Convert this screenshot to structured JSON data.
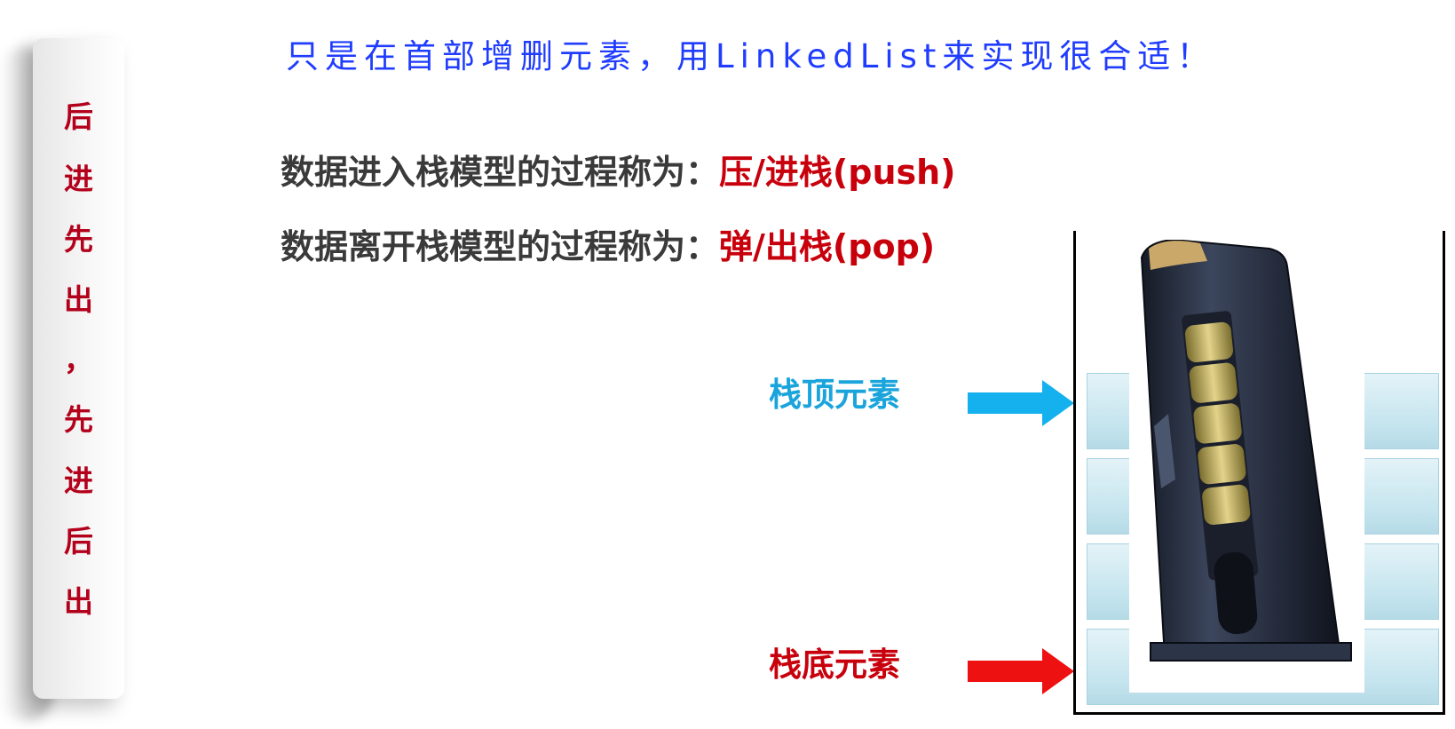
{
  "sidebar": {
    "chars": [
      "后",
      "进",
      "先",
      "出",
      "，",
      "先",
      "进",
      "后",
      "出"
    ]
  },
  "header": {
    "tip": "只是在首部增删元素，用LinkedList来实现很合适！"
  },
  "lines": [
    {
      "prefix": "数据进入栈模型的过程称为：",
      "highlight": "压/进栈(push)"
    },
    {
      "prefix": "数据离开栈模型的过程称为：",
      "highlight": "弹/出栈(pop)"
    }
  ],
  "labels": {
    "top": "栈顶元素",
    "bottom": "栈底元素"
  },
  "colors": {
    "side_text": "#b3001b",
    "tip_text": "#1f3cff",
    "highlight": "#c8000c",
    "top_label": "#1aa4dc",
    "top_arrow": "#14b1ee",
    "bottom_arrow": "#ee1111",
    "cell": "#c4e4ee"
  },
  "icons": {
    "magazine": "pistol-magazine-image",
    "top_arrow": "arrow-right-icon",
    "bottom_arrow": "arrow-right-icon"
  }
}
